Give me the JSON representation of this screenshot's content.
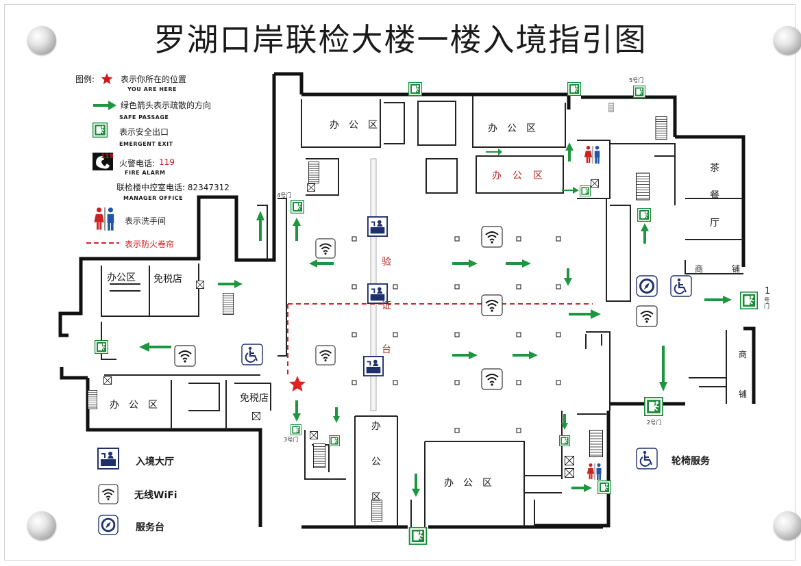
{
  "title": "罗湖口岸联检大楼一楼入境指引图",
  "legend": {
    "label": "图例:",
    "you_are_here_cn": "表示你所在的位置",
    "you_are_here_en": "YOU ARE HERE",
    "safe_passage_cn": "绿色箭头表示疏散的方向",
    "safe_passage_en": "SAFE PASSAGE",
    "exit_cn": "表示安全出口",
    "exit_en": "EMERGENT EXIT",
    "fire_cn": "火警电话:",
    "fire_num": "119",
    "fire_en": "FIRE ALARM",
    "fire_icon_num": "119",
    "manager_cn": "联检楼中控室电话: 82347312",
    "manager_en": "MANAGER OFFICE",
    "restroom_cn": "表示洗手间",
    "shutter_cn": "表示防火卷帘"
  },
  "zones": {
    "office_top_left": "办公区",
    "office_top_mid": "办公区",
    "office_inner": "办公区",
    "office_left": "办公区",
    "duty_free_left": "免税店",
    "office_bottom_left": "办公区",
    "duty_free_bottom": "免税店",
    "office_bottom_vertical": "办公区",
    "office_bottom": "办公区",
    "verify_vertical": "验证台",
    "tea_restaurant_vertical": "茶餐厅",
    "shop_1": "商",
    "shop_2": "铺",
    "shop_vertical": "商铺"
  },
  "doors": {
    "door4": "4号门",
    "door5": "5号门",
    "door3": "3号门",
    "door2": "2号门",
    "door1_num": "1",
    "door1_label": "号门"
  },
  "bottom_legend": {
    "hall": "入境大厅",
    "wifi": "无线WiFi",
    "service": "服务台",
    "wheelchair": "轮椅服务"
  },
  "colors": {
    "exit_green": "#1a8a3a",
    "arrow_green": "#1e9640",
    "wall": "#111111",
    "shutter_red": "#cc2222",
    "star_red": "#dd2222",
    "icon_navy": "#1f2f6e"
  }
}
